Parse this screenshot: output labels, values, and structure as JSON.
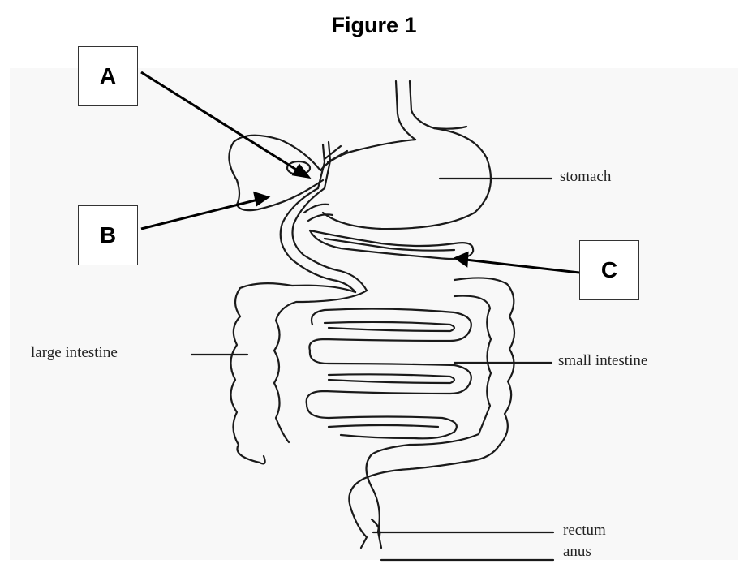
{
  "title": "Figure 1",
  "callouts": [
    {
      "letter": "A"
    },
    {
      "letter": "B"
    },
    {
      "letter": "C"
    }
  ],
  "labels": {
    "stomach": "stomach",
    "large_intestine": "large intestine",
    "small_intestine": "small intestine",
    "rectum": "rectum",
    "anus": "anus"
  }
}
